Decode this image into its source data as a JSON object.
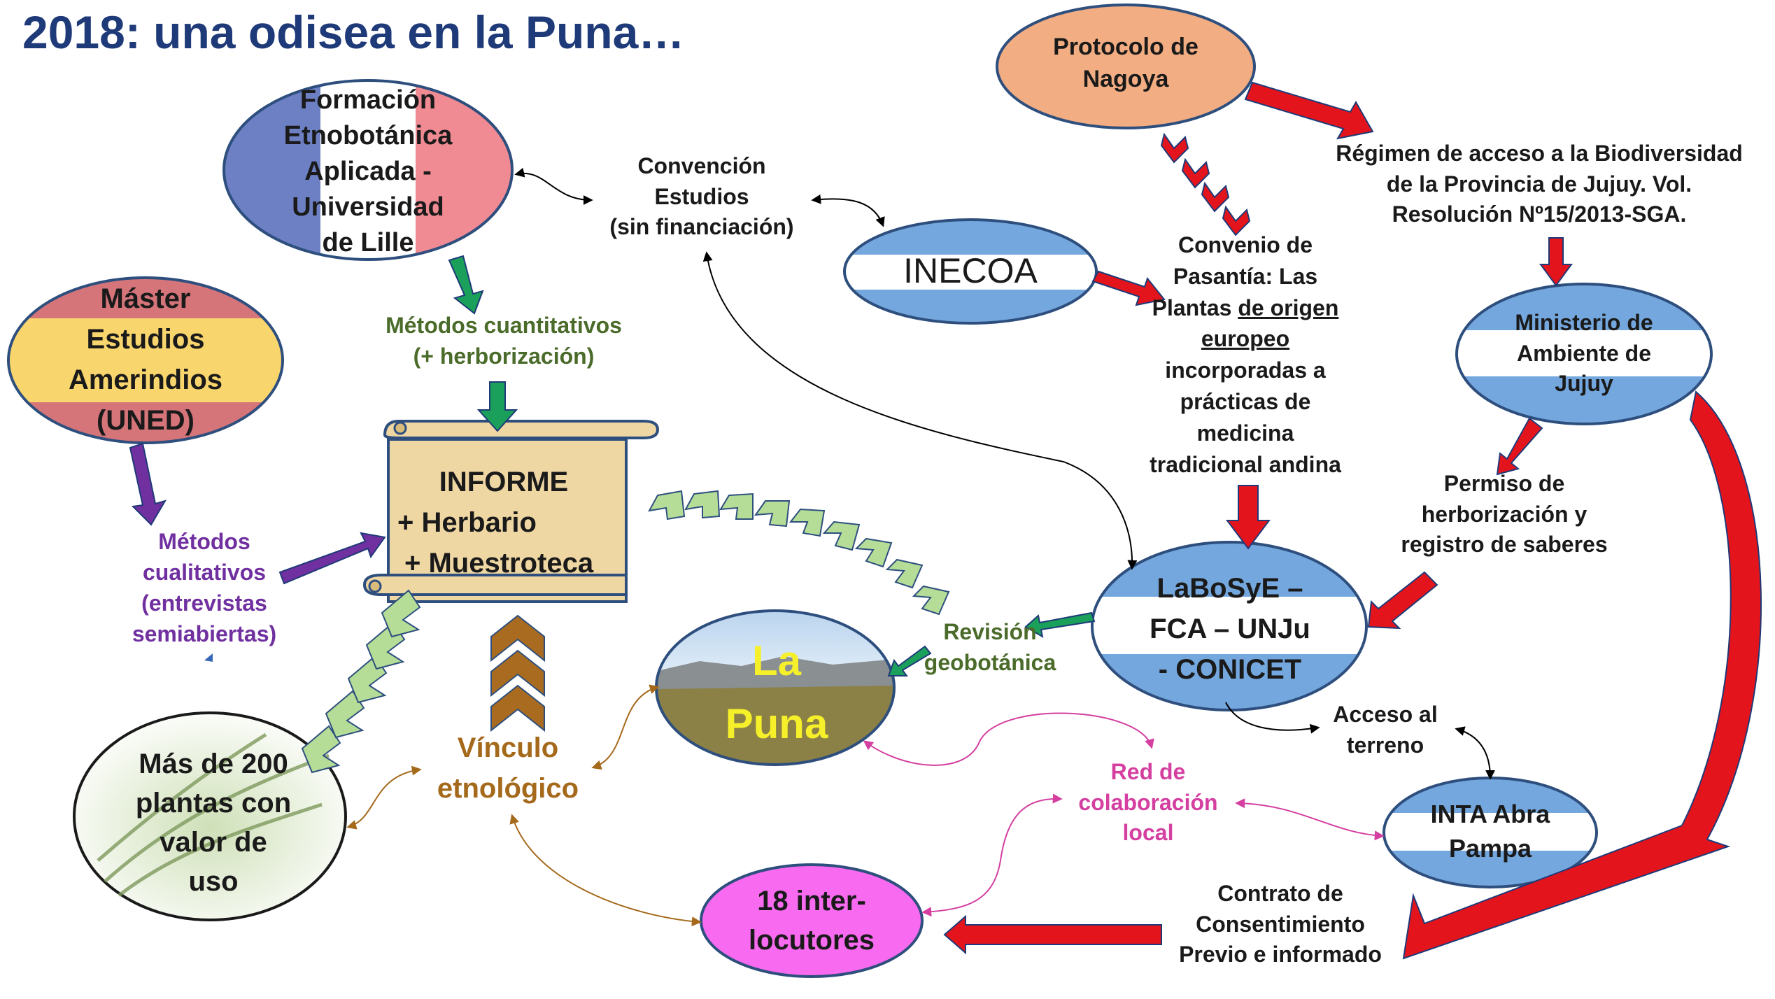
{
  "title": "2018:  una odisea en la Puna…",
  "colors": {
    "title": "#1f3a78",
    "arrow_red": "#e3141b",
    "green_arrow": "#1aa05a",
    "green_text": "#4a6b2a",
    "purple": "#7030a0",
    "brown": "#a5691c",
    "magenta": "#d43fa0",
    "ar_blue": "#74a7dd",
    "fr_blue": "#6d80c4",
    "fr_red": "#f08a93",
    "es_red": "#d5757a",
    "es_yellow": "#f9d56e",
    "orange": "#f2ad82",
    "pink": "#f86bf0",
    "parchment": "#efd7a4",
    "chevron_green": "#b5dd98",
    "chevron_brown": "#a96b1f"
  },
  "nodes": {
    "nagoya": [
      "Protocolo de",
      "Nagoya"
    ],
    "lille": [
      "Formación",
      "Etnobotánica",
      "Aplicada  -",
      "Universidad",
      "de Lille"
    ],
    "convencion": [
      "Convención",
      "Estudios",
      "(sin financiación)"
    ],
    "inecoa": "INECOA",
    "regimen": [
      "Régimen de acceso a la Biodiversidad",
      "de la Provincia de Jujuy. Vol.",
      "Resolución Nº15/2013-SGA."
    ],
    "convenio": [
      "Convenio de",
      "Pasantía: Las",
      "Plantas de origen",
      "europeo",
      "incorporadas a",
      "prácticas de",
      "medicina",
      "tradicional andina"
    ],
    "master": [
      "Máster",
      "Estudios",
      "Amerindios",
      "(UNED)"
    ],
    "metodos_cuant": [
      "Métodos cuantitativos",
      "(+ herborización)"
    ],
    "ministerio": [
      "Ministerio de",
      "Ambiente de",
      "Jujuy"
    ],
    "informe": [
      "INFORME",
      "+ Herbario",
      "+ Muestroteca"
    ],
    "metodos_cual": [
      "Métodos",
      "cualitativos",
      "(entrevistas",
      "semiabiertas)"
    ],
    "permiso": [
      "Permiso de",
      "herborización y",
      "registro de saberes"
    ],
    "puna": [
      "La",
      "Puna"
    ],
    "revision": [
      "Revisión",
      "geobotánica"
    ],
    "labosye": [
      "LaBoSyE –",
      "FCA – UNJu",
      "- CONICET"
    ],
    "acceso": [
      "Acceso al",
      "terreno"
    ],
    "plantas": [
      "Más de 200",
      "plantas con",
      "valor de",
      "uso"
    ],
    "vinculo": [
      "Vínculo",
      "etnológico"
    ],
    "red": [
      "Red de",
      "colaboración",
      "local"
    ],
    "inta": [
      "INTA Abra",
      "Pampa"
    ],
    "contrato": [
      "Contrato de",
      "Consentimiento",
      "Previo e informado"
    ],
    "interlocutores": [
      "18 inter-",
      "locutores"
    ]
  }
}
